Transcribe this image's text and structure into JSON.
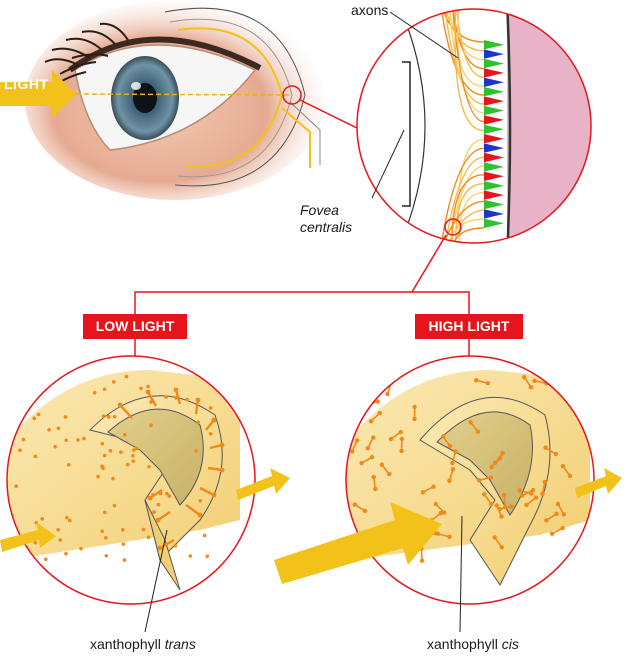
{
  "labels": {
    "light_arrow": "LIGHT",
    "axons": "axons",
    "fovea_line1": "Fovea",
    "fovea_line2": "centralis",
    "low_light": "LOW LIGHT",
    "high_light": "HIGH LIGHT",
    "trans_prefix": "xanthophyll ",
    "trans_suffix": "trans",
    "cis_prefix": "xanthophyll ",
    "cis_suffix": "cis"
  },
  "colors": {
    "accent_red": "#e8141b",
    "light_yellow": "#f2c21b",
    "membrane": "#f7dc8f",
    "pigment_orange": "#f0891c",
    "retina_pink": "#e9b3c7",
    "cone_red": "#e8141b",
    "cone_green": "#2fc12f",
    "cone_blue": "#1f35c8"
  },
  "cones": [
    "green",
    "blue",
    "green",
    "red",
    "blue",
    "green",
    "red",
    "green",
    "red",
    "green",
    "red",
    "blue",
    "red",
    "green",
    "red",
    "green",
    "red",
    "green",
    "blue",
    "green"
  ]
}
